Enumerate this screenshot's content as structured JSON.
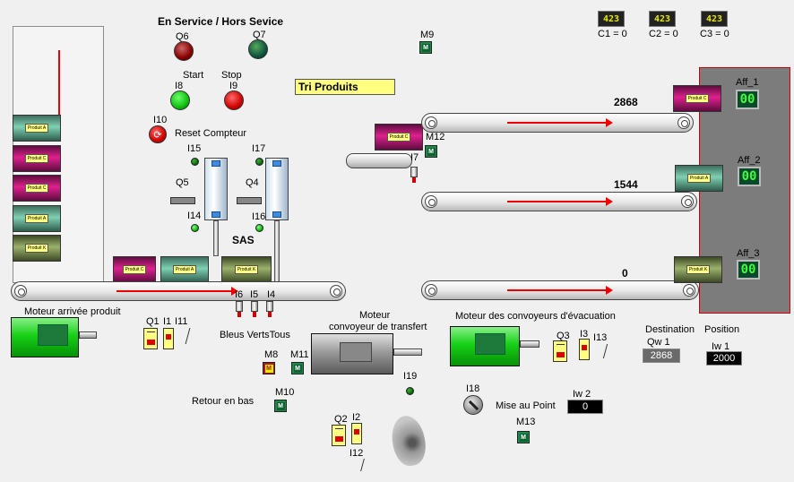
{
  "header": {
    "service_title": "En Service /  Hors Sevice",
    "title_box": "Tri Produits"
  },
  "lamps": {
    "q6": "Q6",
    "q7": "Q7",
    "start": "Start",
    "i8": "I8",
    "stop": "Stop",
    "i9": "I9",
    "i10": "I10",
    "reset": "Reset Compteur"
  },
  "counters": [
    {
      "display": "423",
      "label": "C1 = 0"
    },
    {
      "display": "423",
      "label": "C2 = 0"
    },
    {
      "display": "423",
      "label": "C3 = 0"
    }
  ],
  "storage": {
    "products": [
      "Produit A",
      "Produit C",
      "Produit C",
      "Produit A",
      "Produit K"
    ]
  },
  "sas": {
    "title": "SAS",
    "i15": "I15",
    "i14": "I14",
    "i17": "I17",
    "i16": "I16",
    "q5": "Q5",
    "q4": "Q4"
  },
  "entry_conveyor": {
    "products": [
      "Produit C",
      "Produit A",
      "Produit K"
    ],
    "sensors": [
      "I6",
      "I5",
      "I4"
    ],
    "sensor_caption": "Bleus  VertsTous"
  },
  "transfer": {
    "product": "Produit C",
    "m12": "M12",
    "i7": "I7",
    "m9": "M9"
  },
  "exit_conveyors": [
    {
      "value": "2868",
      "aff_label": "Aff_1",
      "aff_value": "00",
      "product": "Produit C"
    },
    {
      "value": "1544",
      "aff_label": "Aff_2",
      "aff_value": "00",
      "product": "Produit A"
    },
    {
      "value": "0",
      "aff_label": "Aff_3",
      "aff_value": "00",
      "product": "Produit K"
    }
  ],
  "bottom": {
    "motor_arrival": "Moteur arrivée produit",
    "q1": "Q1",
    "i1": "I1",
    "i11": "I11",
    "m8": "M8",
    "m11": "M11",
    "m10": "M10",
    "retour": "Retour en bas",
    "motor_transfer_line1": "Moteur",
    "motor_transfer_line2": "convoyeur de transfert",
    "i19": "I19",
    "q2": "Q2",
    "i2": "I2",
    "i12": "I12",
    "motor_exit": "Moteur des convoyeurs d'évacuation",
    "q3": "Q3",
    "i3": "I3",
    "i13": "I13",
    "i18": "I18",
    "mise": "Mise au Point",
    "m13": "M13",
    "iw2_label": "Iw 2",
    "iw2_value": "0",
    "destination": "Destination",
    "qw1_label": "Qw 1",
    "qw1_value": "2868",
    "position": "Position",
    "iw1_label": "Iw 1",
    "iw1_value": "2000"
  },
  "colors": {
    "product_a": "#7fd0b2",
    "product_c": "#e0208e",
    "product_k": "#9cb16c",
    "arrow": "#ee0000",
    "sort_area": "#7c7c7c"
  }
}
